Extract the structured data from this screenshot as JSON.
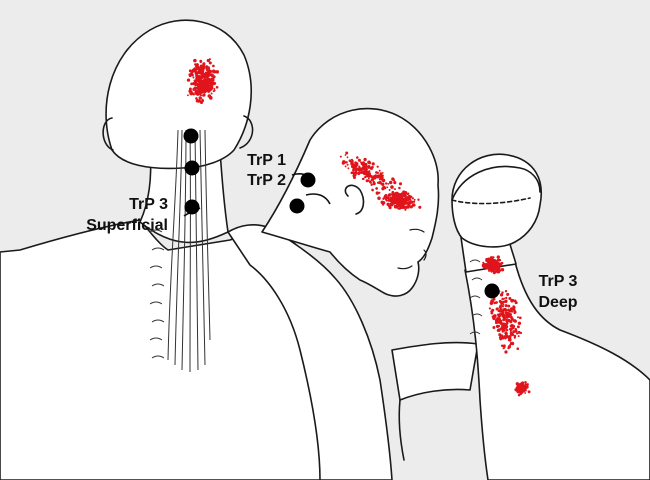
{
  "labels": {
    "trp1": "TrP 1",
    "trp2": "TrP 2",
    "trp3_superficial_line1": "TrP 3",
    "trp3_superficial_line2": "Superficial",
    "trp3_deep_line1": "TrP 3",
    "trp3_deep_line2": "Deep"
  },
  "colors": {
    "background": "#ececec",
    "skin": "#ffffff",
    "outline": "#1a1a1a",
    "referred_pain": "#e0141b",
    "trigger_point": "#000000"
  }
}
